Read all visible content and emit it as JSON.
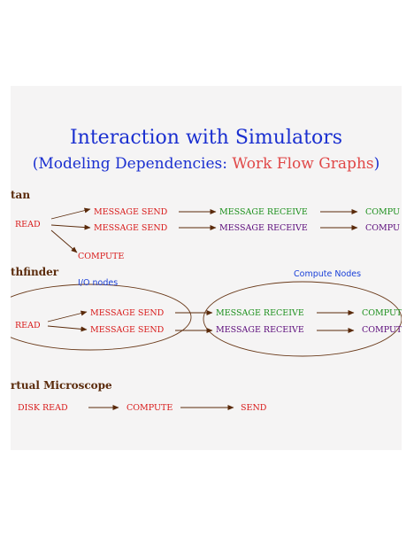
{
  "title": "Interaction with Simulators",
  "subtitle": {
    "open": "(Modeling Dependencies: ",
    "highlight": "Work Flow Graphs",
    "close": ")"
  },
  "sections": {
    "titan": {
      "label": "tan",
      "read": "READ",
      "send_1": "MESSAGE SEND",
      "send_2": "MESSAGE SEND",
      "receive_1": "MESSAGE RECEIVE",
      "receive_2": "MESSAGE RECEIVE",
      "compute_1": "COMPU",
      "compute_2": "COMPU",
      "compute_local": "COMPUTE"
    },
    "pathfinder": {
      "label": "thfinder",
      "io_label": "I/O nodes",
      "compute_nodes_label": "Compute Nodes",
      "read": "READ",
      "send_1": "MESSAGE SEND",
      "send_2": "MESSAGE SEND",
      "receive_1": "MESSAGE RECEIVE",
      "receive_2": "MESSAGE RECEIVE",
      "compute_1": "COMPUT",
      "compute_2": "COMPUT"
    },
    "microscope": {
      "label": "rtual Microscope",
      "disk_read": "DISK READ",
      "compute": "COMPUTE",
      "send": "SEND"
    }
  },
  "colors": {
    "title": "#1a2fd0",
    "highlight": "#e04848",
    "section": "#5a2a0a",
    "send": "#d81a1a",
    "receive_green": "#1b8f1b",
    "receive_purple": "#5a0a7a",
    "arrow": "#5a2a0a",
    "node_label": "#1a40d8"
  }
}
